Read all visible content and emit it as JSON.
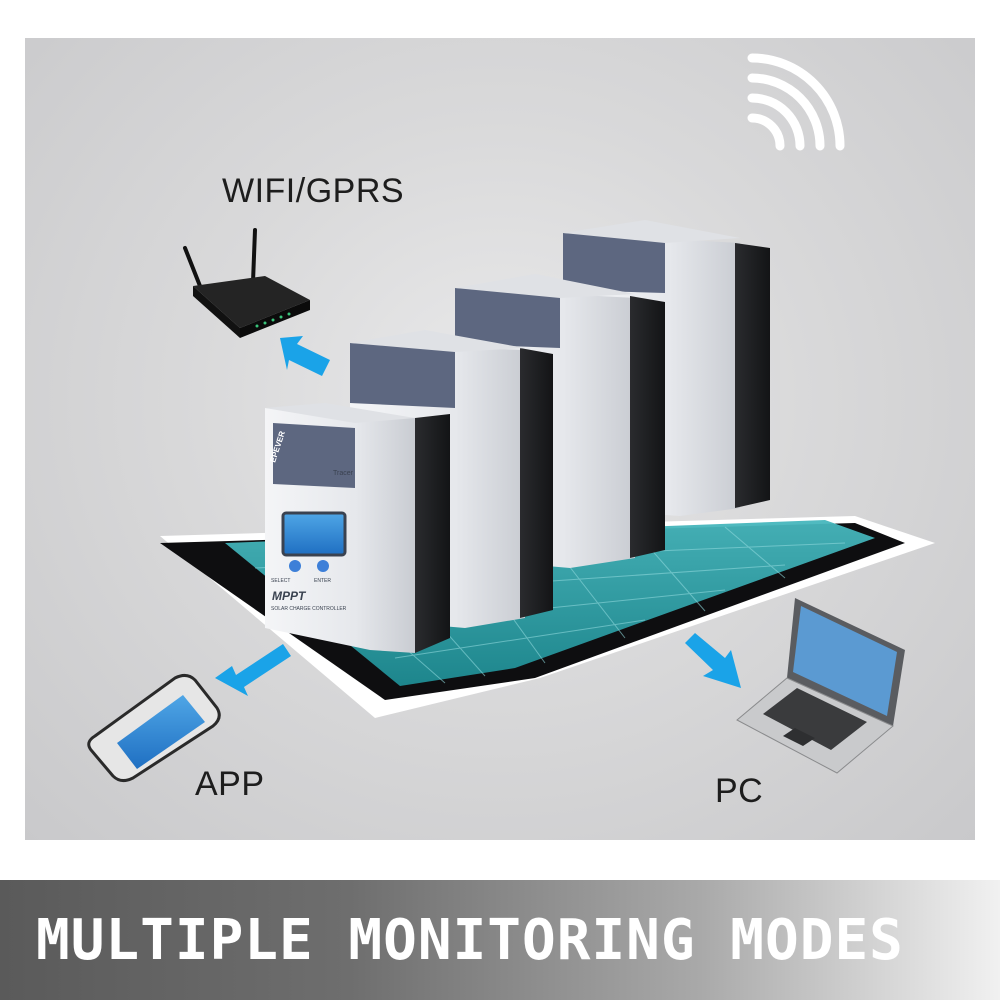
{
  "labels": {
    "wifi": "WIFI/GPRS",
    "app": "APP",
    "pc": "PC"
  },
  "banner": {
    "title": "MULTIPLE MONITORING MODES"
  },
  "controller": {
    "brand": "EPEVER",
    "model": "Tracer",
    "product": "MPPT",
    "subtitle": "SOLAR CHARGE CONTROLLER",
    "button_left": "SELECT",
    "button_right": "ENTER"
  },
  "icons": [
    "wireless-signal-icon",
    "router-icon",
    "smartphone-icon",
    "laptop-icon",
    "arrow-icon"
  ],
  "colors": {
    "arrow": "#1aa3e8",
    "tile": "#2fa3aa",
    "controller_panel": "#5d6780",
    "banner_start": "#5a5a5a"
  }
}
